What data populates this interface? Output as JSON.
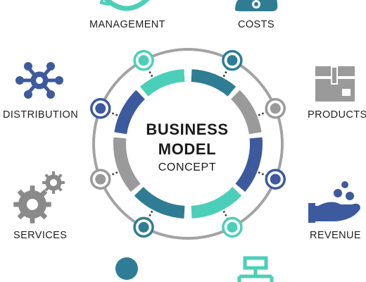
{
  "center": {
    "line1": "BUSINESS",
    "line2": "MODEL",
    "line3": "CONCEPT"
  },
  "items": [
    {
      "label": "MANAGEMENT",
      "icon": "cycle-arrows-icon"
    },
    {
      "label": "COSTS",
      "icon": "cloud-money-icon"
    },
    {
      "label": "DISTRIBUTION",
      "icon": "network-hub-icon"
    },
    {
      "label": "PRODUCTS",
      "icon": "box-icon"
    },
    {
      "label": "SERVICES",
      "icon": "gears-icon"
    },
    {
      "label": "REVENUE",
      "icon": "hand-coins-icon"
    }
  ],
  "bottom_icons": [
    "person-icon",
    "org-chart-icon"
  ],
  "colors": {
    "navy": "#3d5a9e",
    "teal": "#2e7d94",
    "aqua": "#4ccfb8",
    "gray": "#9a9a9a",
    "label_text": "#1f1f1f"
  }
}
